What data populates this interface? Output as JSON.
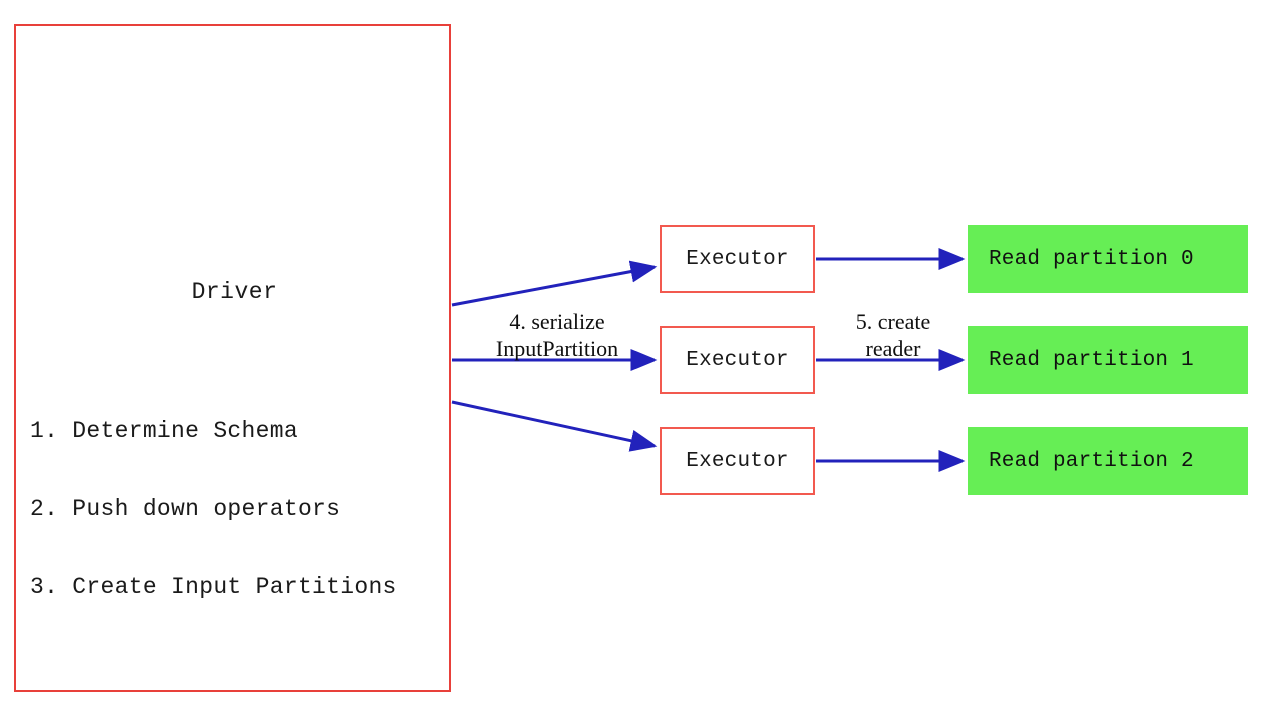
{
  "diagram": {
    "driver": {
      "title": "Driver",
      "steps": [
        "1. Determine Schema",
        "2. Push down operators",
        "3. Create Input Partitions"
      ],
      "border_color": "#e8403a"
    },
    "executors": [
      {
        "label": "Executor"
      },
      {
        "label": "Executor"
      },
      {
        "label": "Executor"
      }
    ],
    "partitions": [
      {
        "label": "Read partition 0"
      },
      {
        "label": "Read partition 1"
      },
      {
        "label": "Read partition 2"
      }
    ],
    "edge_labels": {
      "serialize": {
        "line1": "4. serialize",
        "line2": "InputPartition"
      },
      "create_reader": {
        "line1": "5. create",
        "line2": "reader"
      }
    },
    "colors": {
      "driver_border": "#e8403a",
      "executor_border": "#f2594f",
      "partition_fill": "#66ee55",
      "arrow": "#2222bb",
      "text": "#1a1a1a",
      "background": "#ffffff"
    }
  }
}
